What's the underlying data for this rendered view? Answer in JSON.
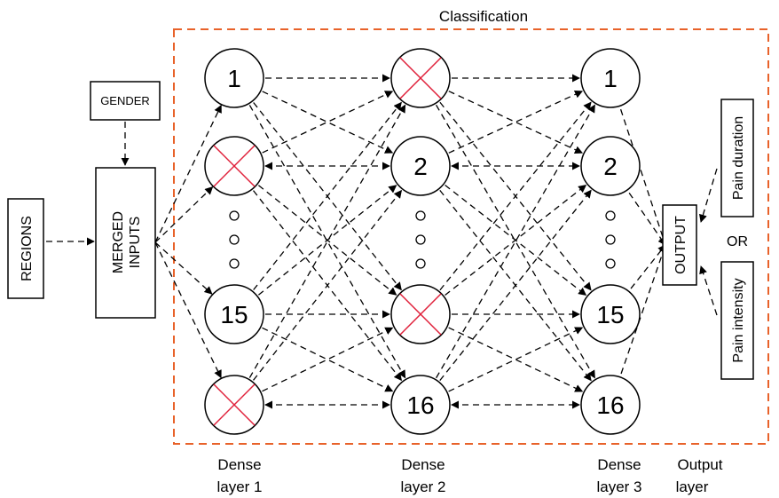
{
  "title": "Classification",
  "inputs": {
    "regions": "REGIONS",
    "gender": "GENDER",
    "merged_line1": "MERGED",
    "merged_line2": "INPUTS"
  },
  "layers": [
    {
      "label_line1": "Dense",
      "label_line2": "layer 1",
      "nodes": [
        "1",
        "",
        "15",
        ""
      ],
      "dropped": [
        false,
        true,
        false,
        true
      ]
    },
    {
      "label_line1": "Dense",
      "label_line2": "layer 2",
      "nodes": [
        "",
        "2",
        "",
        "16"
      ],
      "dropped": [
        true,
        false,
        true,
        false
      ]
    },
    {
      "label_line1": "Dense",
      "label_line2": "layer 3",
      "nodes": [
        "1",
        "2",
        "15",
        "16"
      ],
      "dropped": [
        false,
        false,
        false,
        false
      ]
    }
  ],
  "output": {
    "box": "OUTPUT",
    "label_line1": "Output",
    "label_line2": "layer",
    "target_a": "Pain duration",
    "or_text": "OR",
    "target_b": "Pain intensity"
  },
  "colors": {
    "classification_border": "#e8622a",
    "dropout_cross": "#e0203a",
    "stroke": "#000000"
  }
}
